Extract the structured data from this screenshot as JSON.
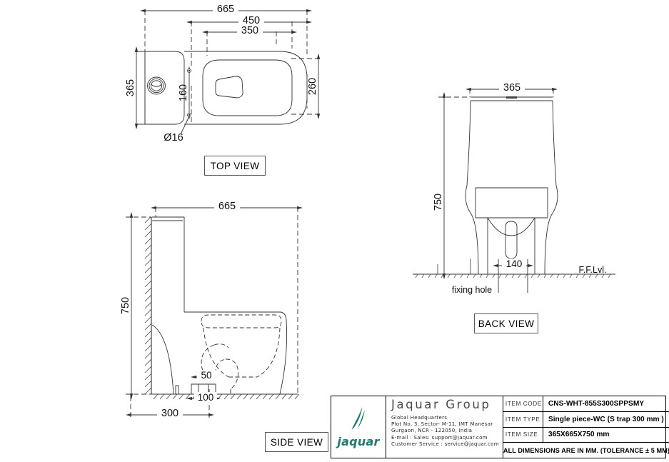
{
  "document": {
    "kind": "technical-drawing",
    "units_note": "ALL DIMENSIONS ARE IN MM. (TOLERANCE ± 5 MM)"
  },
  "views": {
    "top": {
      "label": "TOP VIEW",
      "dimensions": {
        "overall_length": "665",
        "seat_length": "450",
        "inner_length": "350",
        "overall_width": "365",
        "bowl_width": "260",
        "hole_spacing": "160",
        "hole_diameter": "Ø16"
      }
    },
    "side": {
      "label": "SIDE VIEW",
      "dimensions": {
        "overall_length": "665",
        "overall_height": "750",
        "trap_offset": "300",
        "outlet_width": "100",
        "outlet_inner": "50"
      }
    },
    "back": {
      "label": "BACK VIEW",
      "dimensions": {
        "overall_width": "365",
        "overall_height": "750",
        "fixing_hole_spacing": "140"
      },
      "annotations": {
        "floor_level": "F.F.Lvl.",
        "fixing_hole": "fixing hole"
      }
    }
  },
  "title_block": {
    "brand": {
      "name": "Jaquar Group",
      "wordmark": "jaquar",
      "color": "#1d7a72"
    },
    "address": [
      "Global Headquarters",
      "Plot No. 3, Sector- M-11, IMT Manesar",
      "Gurgaon, NCR - 122050, India",
      "E-mail : Sales: support@jaquar.com",
      "Customer Service : service@jaquar.com"
    ],
    "specs": [
      {
        "key": "ITEM CODE",
        "value": "CNS-WHT-855S300SPPSMY"
      },
      {
        "key": "ITEM TYPE",
        "value": "Single piece-WC (S trap 300 mm )"
      },
      {
        "key": "ITEM SIZE",
        "value": "365X665X750 mm"
      }
    ],
    "note": "ALL DIMENSIONS ARE IN MM. (TOLERANCE ± 5 MM)"
  }
}
